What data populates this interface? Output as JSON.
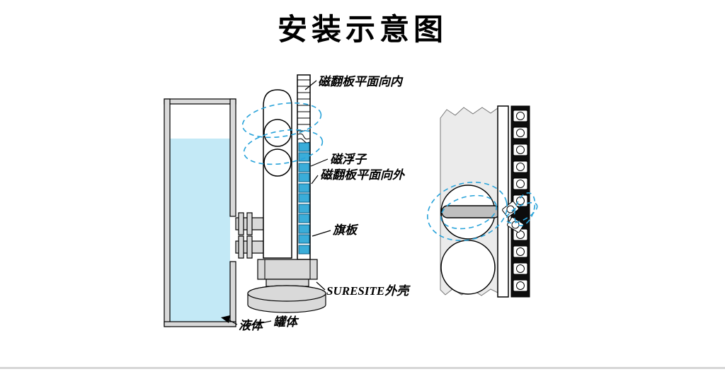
{
  "page": {
    "title": "安装示意图",
    "background_color": "#ffffff",
    "footer_divider_color": "#d6d6d6"
  },
  "diagram": {
    "labels": {
      "flap_inward": "磁翻板平面向内",
      "magnetic_float": "磁浮子",
      "flap_outward": "磁翻板平面向外",
      "flag_plate": "旗板",
      "housing": "SURESITE外壳",
      "liquid": "液体",
      "tank_body": "罐体"
    },
    "colors": {
      "liquid_fill": "#c3e9f6",
      "flapper_blue": "#3aadd9",
      "field_line_blue": "#29a3da",
      "metal_gray": "#d9d9d9",
      "panel_gray": "#ebebeb",
      "strip_black": "#0d0d0d",
      "outline_black": "#000000"
    }
  }
}
